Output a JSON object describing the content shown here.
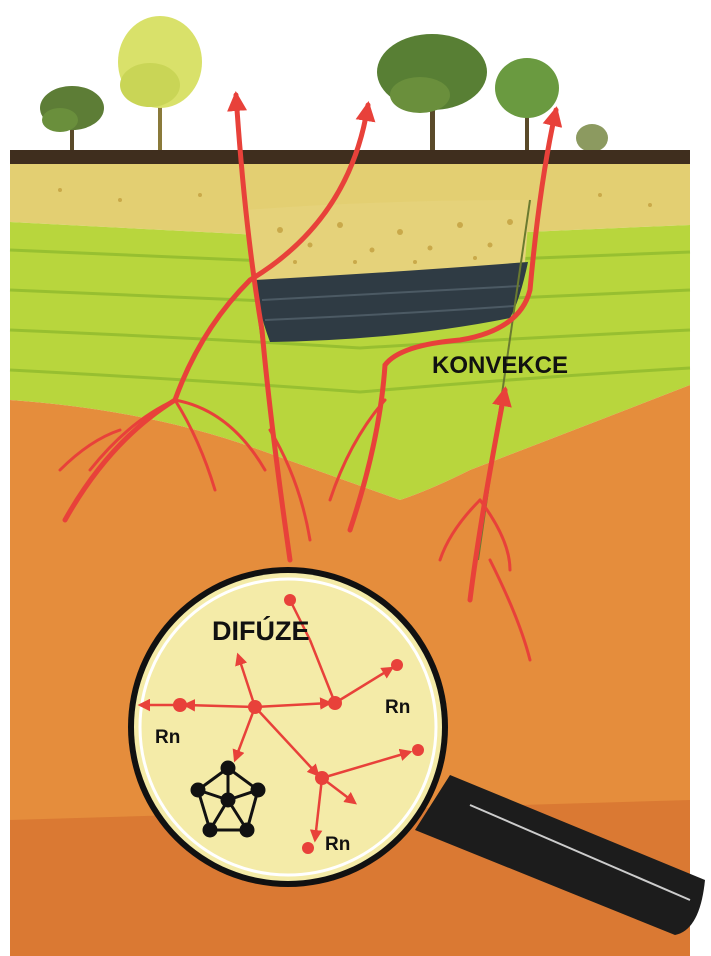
{
  "labels": {
    "convection": "KONVEKCE",
    "diffusion": "DIFÚZE",
    "radon_1": "Rn",
    "radon_2": "Rn",
    "radon_3": "Rn"
  },
  "colors": {
    "sky": "#ffffff",
    "topsoil": "#e3cf72",
    "sand": "#e5d27a",
    "green_layer": "#b8d63d",
    "green_dark": "#8fba2e",
    "water_lens": "#2f3b44",
    "deep_soil": "#e58d3c",
    "deep_soil_dark": "#d0662a",
    "radon_path": "#e8413a",
    "lens_fill": "#f4eba8",
    "lens_rim": "#111111",
    "handle": "#1c1c1c",
    "tree_foliage": "#6a8f3c",
    "tree_foliage_light": "#d9e16a"
  },
  "icons": {
    "molecule": "radium-crystal-icon",
    "magnifier": "magnifying-glass-icon"
  }
}
